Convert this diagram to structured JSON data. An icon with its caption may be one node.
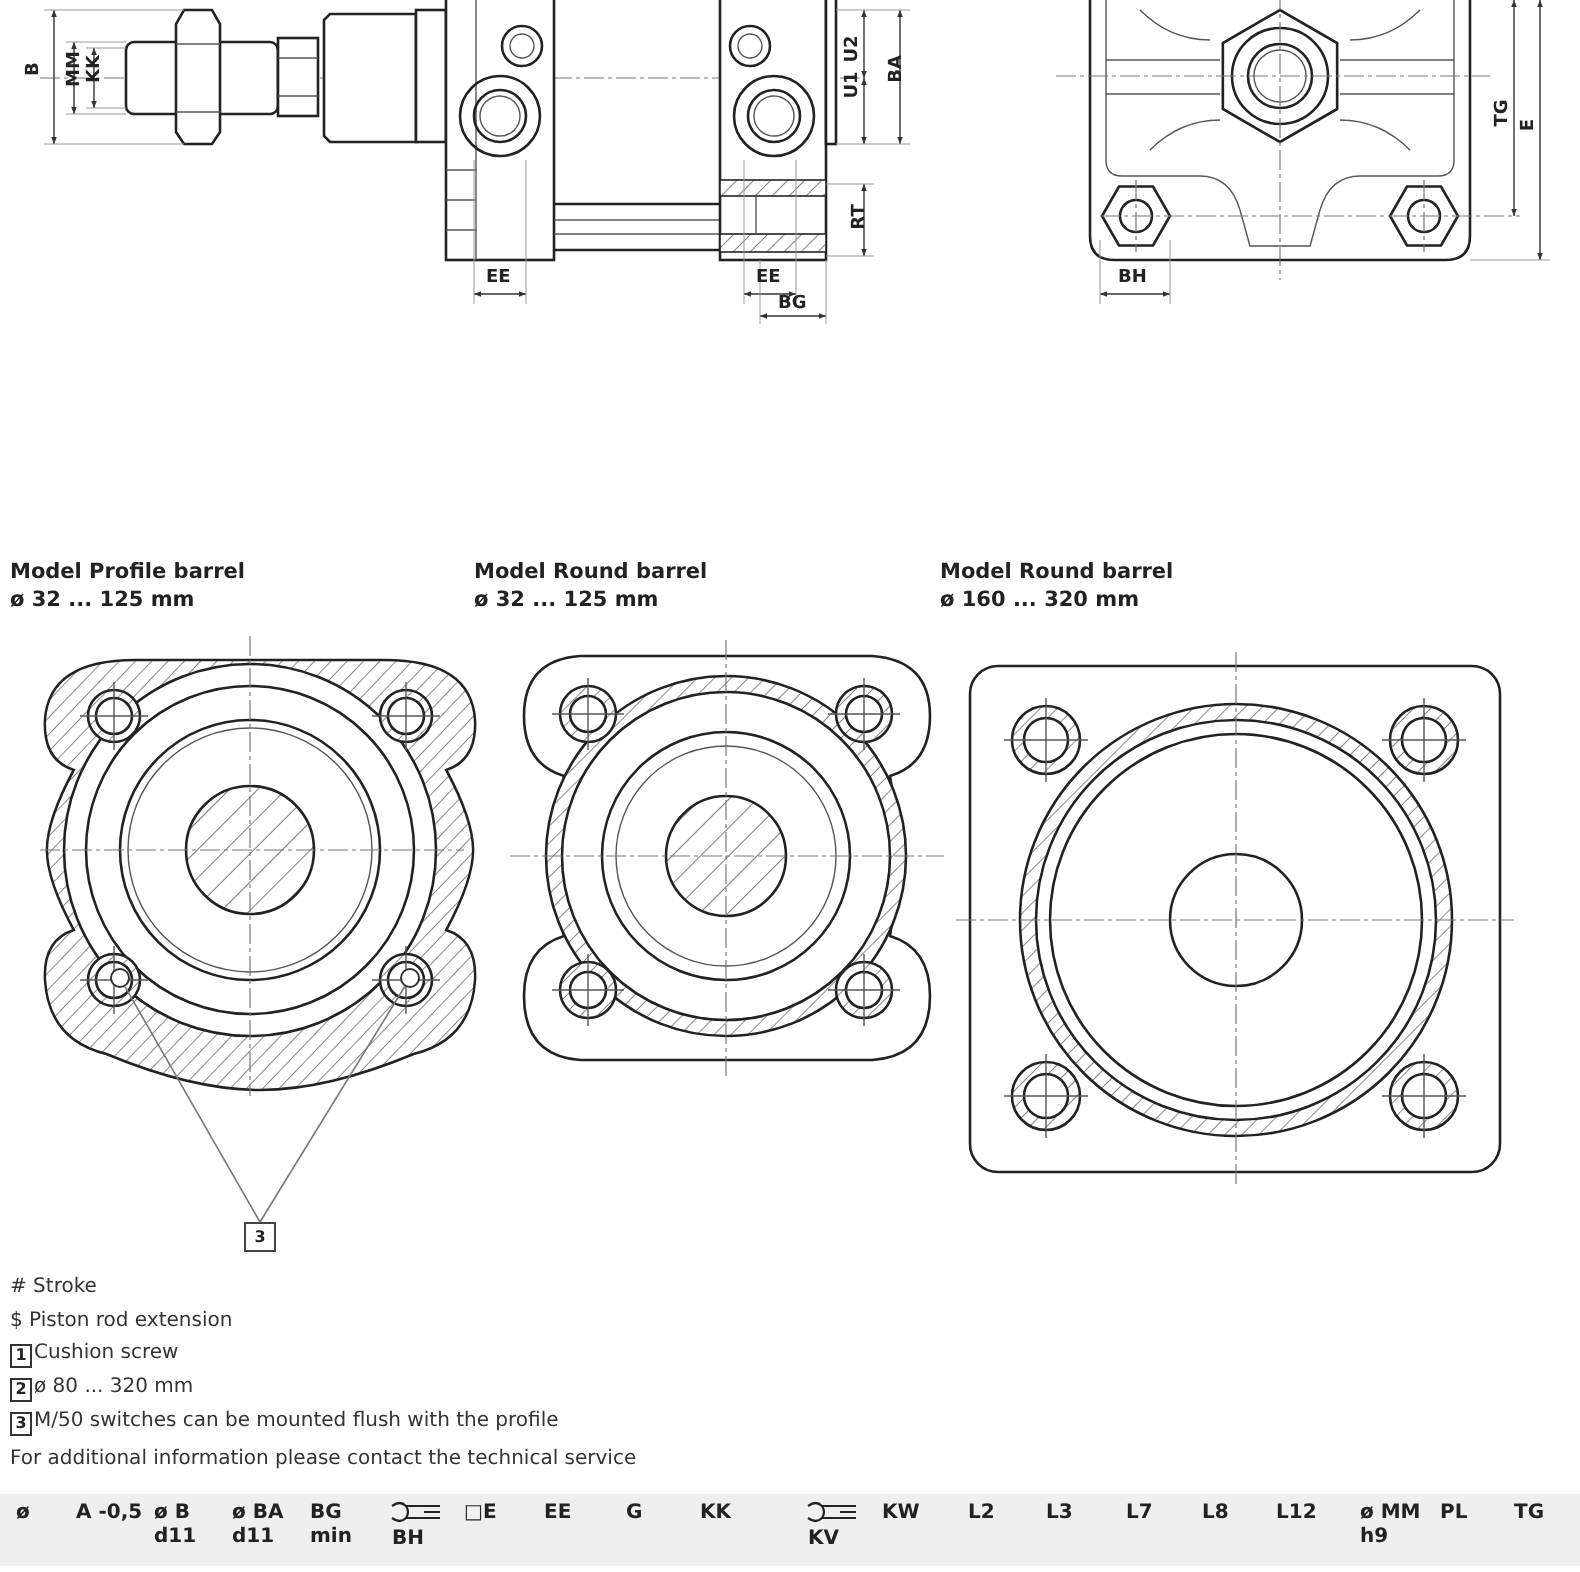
{
  "diagram": {
    "nodes": [
      {
        "text": [
          "3"
        ]
      },
      {
        "text": [],
        "shape": "circle"
      },
      {
        "text": [],
        "shape": "circle"
      }
    ],
    "edges": [
      {
        "from": 0,
        "to": 1,
        "arrow": "none"
      },
      {
        "from": 0,
        "to": 2,
        "arrow": "none"
      }
    ],
    "labels": [
      "B",
      "MM",
      "KK",
      "U1",
      "U2",
      "BA",
      "RT",
      "EE",
      "EE",
      "BG",
      "TG",
      "E",
      "BH",
      "Model Profile barrel",
      "ø 32 ... 125 mm",
      "Model Round barrel",
      "ø 32 ... 125 mm",
      "Model Round barrel",
      "ø 160 ... 320 mm",
      "# Stroke",
      "$ Piston rod extension",
      "1",
      "Cushion screw",
      "2",
      "ø 80 ... 320 mm",
      "3",
      "M/50 switches can be mounted flush with the profile",
      "For additional information please contact the technical service",
      "ø",
      "A -0,5",
      "ø B d11",
      "ø BA d11",
      "BG min",
      "BH",
      "□E",
      "EE",
      "G",
      "KK",
      "KV",
      "KW",
      "L2",
      "L3",
      "L7",
      "L8",
      "L12",
      "ø MM h9",
      "PL",
      "TG"
    ]
  }
}
